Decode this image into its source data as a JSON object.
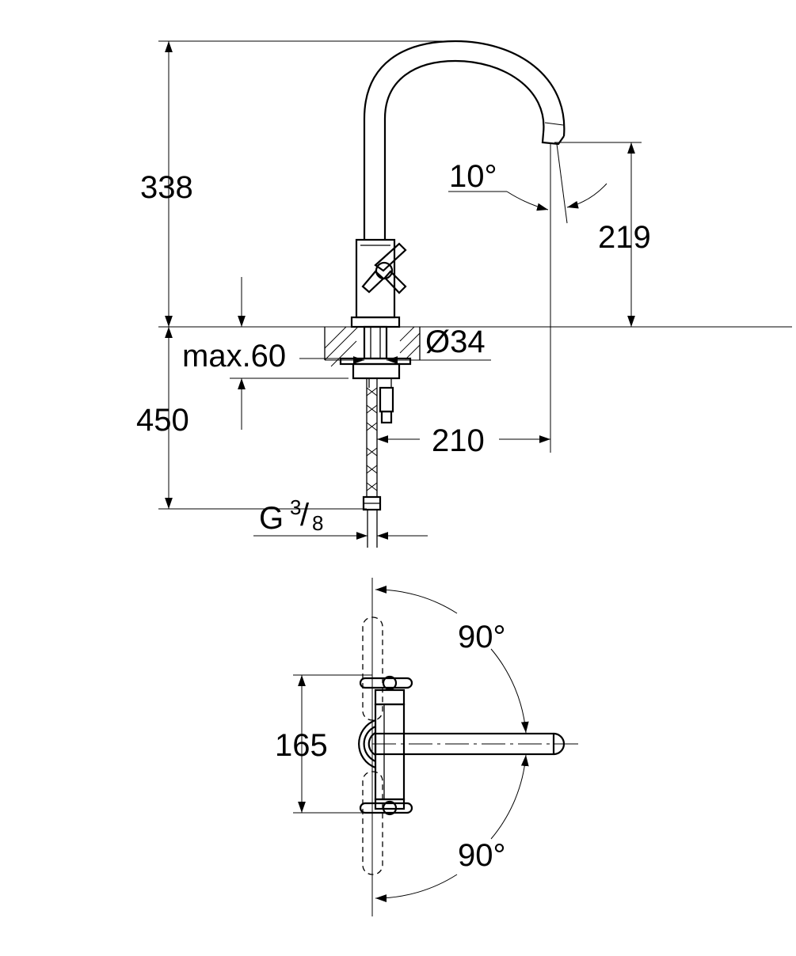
{
  "dimensions": {
    "spout_height": "338",
    "outlet_height": "219",
    "spout_angle": "10°",
    "max_deck_thickness": "max.60",
    "base_diameter": "Ø34",
    "supply_length": "450",
    "spout_reach": "210",
    "connection_thread": "G",
    "thread_numerator": "3",
    "thread_denominator": "8",
    "handle_spacing": "165",
    "swivel_angle_upper": "90°",
    "swivel_angle_lower": "90°"
  }
}
